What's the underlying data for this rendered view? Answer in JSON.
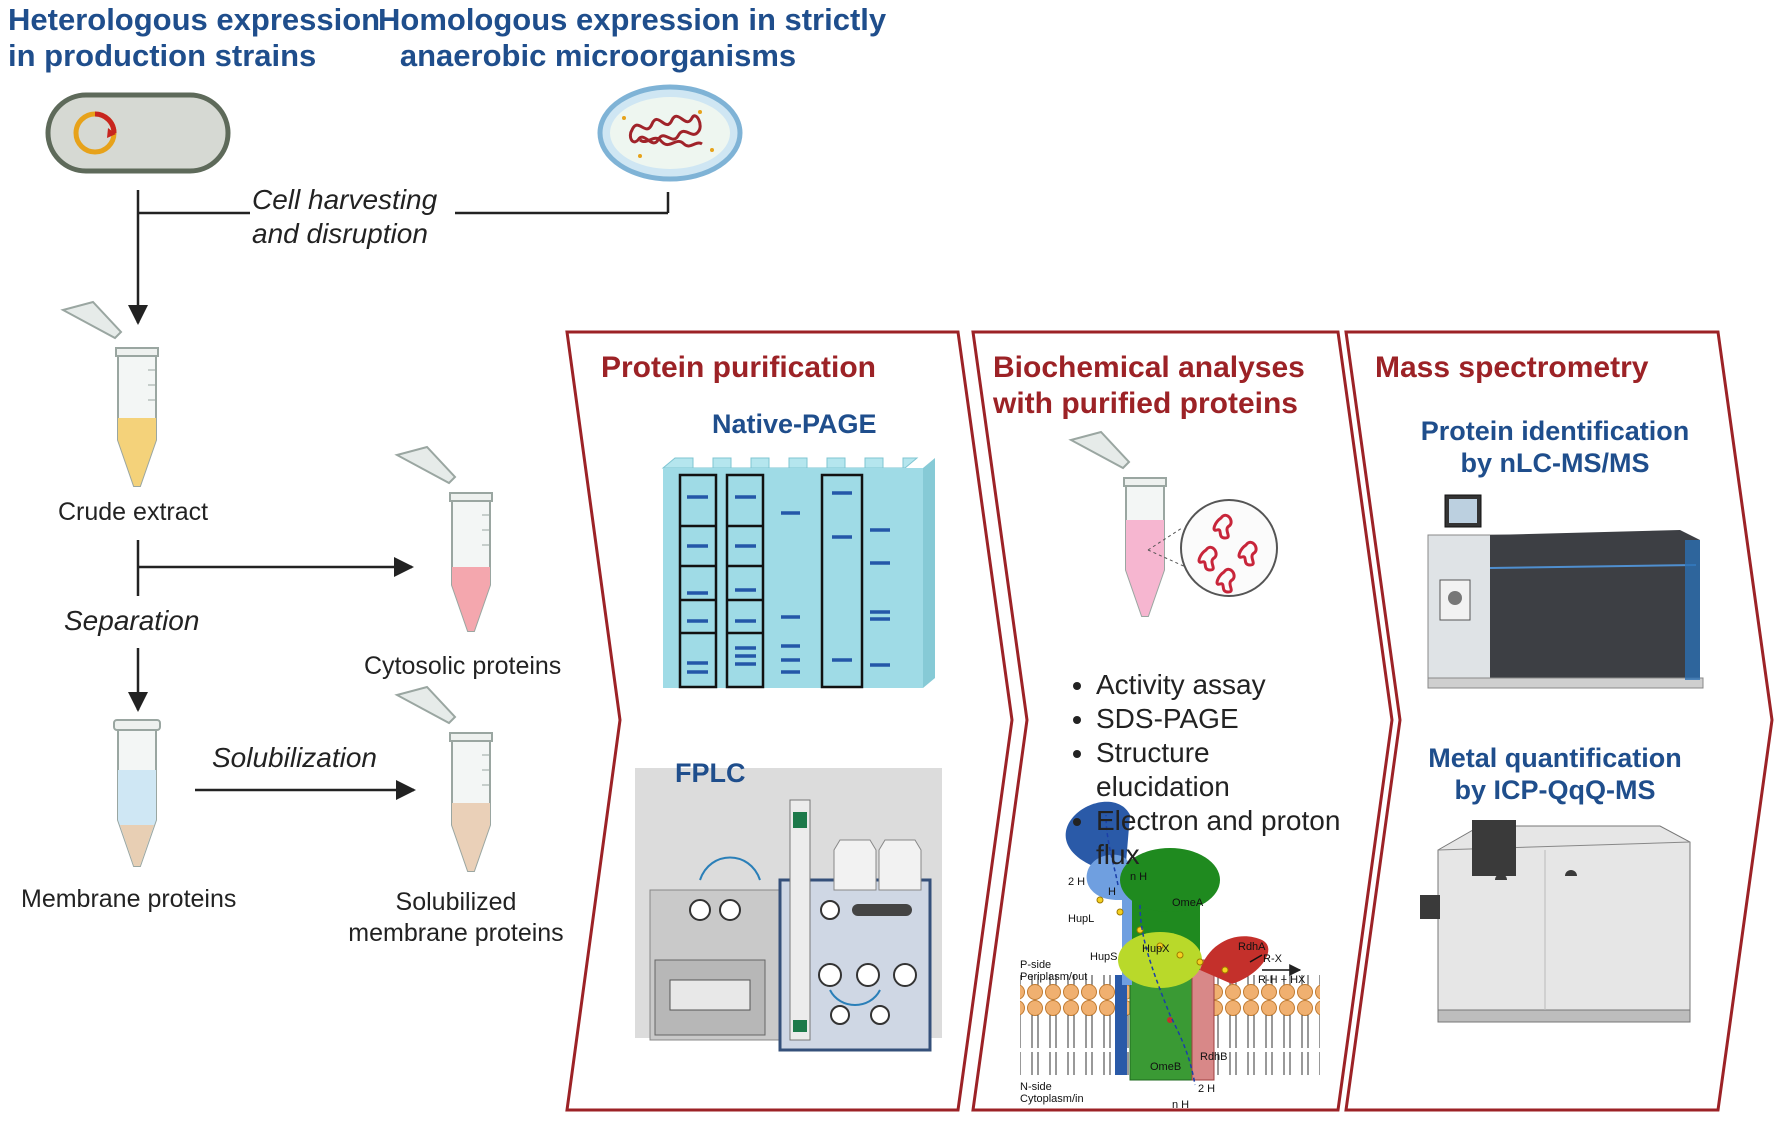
{
  "headers": {
    "heterologous": [
      "Heterologous expression",
      "in production strains"
    ],
    "homologous": [
      "Homologous expression in strictly",
      "anaerobic microorganisms"
    ]
  },
  "steps": {
    "harvest": [
      "Cell harvesting",
      "and  disruption"
    ],
    "separation": "Separation",
    "solubilization": "Solubilization"
  },
  "tubes": {
    "crude": "Crude extract",
    "cytosolic": "Cytosolic proteins",
    "membrane": "Membrane proteins",
    "solubilized": [
      "Solubilized",
      "membrane proteins"
    ]
  },
  "panels": {
    "purification": {
      "title": "Protein purification",
      "native_page": "Native-PAGE",
      "fplc": "FPLC"
    },
    "biochem": {
      "title": [
        "Biochemical analyses",
        "with purified proteins"
      ],
      "bullets": [
        "Activity assay",
        "SDS-PAGE",
        "Structure elucidation",
        "Electron and proton flux"
      ]
    },
    "ms": {
      "title": "Mass spectrometry",
      "ident": [
        "Protein identification",
        "by nLC-MS/MS"
      ],
      "metal": [
        "Metal quantification",
        "by ICP-QqQ-MS"
      ]
    }
  },
  "complex_labels": {
    "h2": "H",
    "two_h_top": "2 H",
    "nh_top": "n H",
    "hupl": "HupL",
    "hups": "HupS",
    "hupx": "HupX",
    "omea": "OmeA",
    "omeb": "OmeB",
    "rdha": "RdhA",
    "rdhb": "RdhB",
    "rx": "R-X",
    "rh": "R-H + HX",
    "pside": "P-side",
    "periplasm": "Periplasm/out",
    "nside": "N-side",
    "cytoplasm": "Cytoplasm/in",
    "nh_bottom": "n H",
    "two_h_bottom": "2 H"
  },
  "colors": {
    "heading_blue": "#1f4e8c",
    "panel_red": "#9c2226",
    "gel": "#9fdbe6",
    "hup_blue": "#2a5aa8",
    "ome_green": "#1f8a1f",
    "hupx_lime": "#b9d92a",
    "rdh_red": "#c4302b",
    "lipid": "#f0b070"
  }
}
